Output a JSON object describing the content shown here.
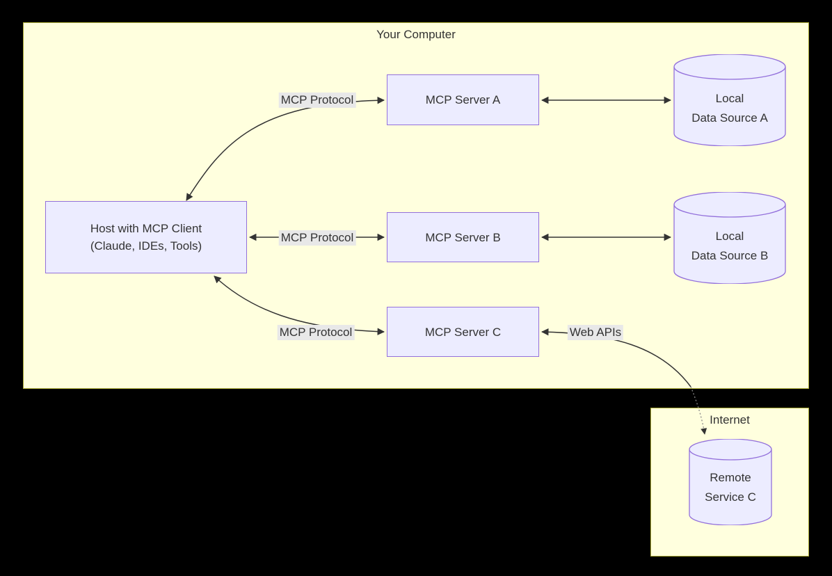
{
  "diagram_type": "flowchart",
  "clusters": {
    "computer": {
      "label": "Your Computer"
    },
    "internet": {
      "label": "Internet"
    }
  },
  "nodes": {
    "host": {
      "line1": "Host with MCP Client",
      "line2": "(Claude, IDEs, Tools)"
    },
    "serverA": {
      "label": "MCP Server A"
    },
    "serverB": {
      "label": "MCP Server B"
    },
    "serverC": {
      "label": "MCP Server C"
    },
    "dataA": {
      "line1": "Local",
      "line2": "Data Source A"
    },
    "dataB": {
      "line1": "Local",
      "line2": "Data Source B"
    },
    "remoteC": {
      "line1": "Remote",
      "line2": "Service C"
    }
  },
  "edge_labels": {
    "protocolA": "MCP Protocol",
    "protocolB": "MCP Protocol",
    "protocolC": "MCP Protocol",
    "webApis": "Web APIs"
  },
  "colors": {
    "background": "#000000",
    "cluster_fill": "#FFFFDE",
    "cluster_border": "#AAAA33",
    "node_fill": "#ECECFF",
    "node_border": "#9370DB",
    "edge": "#333333",
    "edge_faint": "#888888",
    "edge_label_bg": "#E8E8E8",
    "text": "#333333"
  }
}
